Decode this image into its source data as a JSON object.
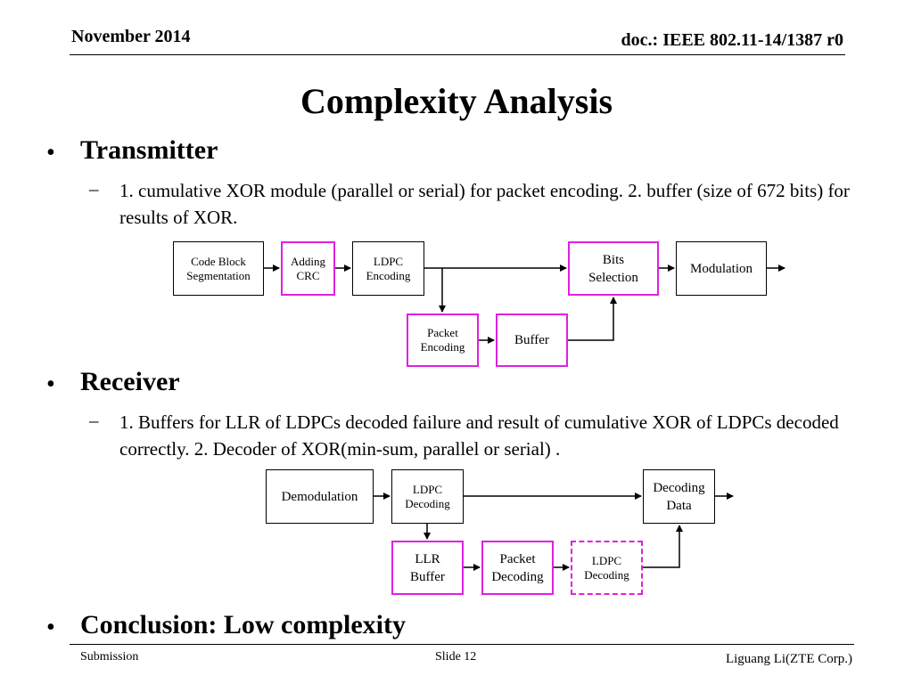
{
  "header": {
    "date": "November 2014",
    "doc": "doc.: IEEE 802.11-14/1387 r0"
  },
  "title": "Complexity Analysis",
  "transmitter": {
    "heading": "Transmitter",
    "text": "1. cumulative XOR module (parallel or serial) for packet encoding. 2. buffer (size of 672 bits) for results of XOR.",
    "blocks": {
      "code_block": "Code Block\nSegmentation",
      "adding_crc": "Adding\nCRC",
      "ldpc_encoding": "LDPC\nEncoding",
      "bits_selection": "Bits\nSelection",
      "modulation": "Modulation",
      "packet_encoding": "Packet\nEncoding",
      "buffer": "Buffer"
    }
  },
  "receiver": {
    "heading": "Receiver",
    "text": "1. Buffers for LLR of LDPCs decoded failure and result of cumulative XOR of LDPCs decoded correctly. 2. Decoder of XOR(min-sum, parallel or serial) .",
    "blocks": {
      "demodulation": "Demodulation",
      "ldpc_decoding": "LDPC\nDecoding",
      "decoding_data": "Decoding\nData",
      "llr_buffer": "LLR\nBuffer",
      "packet_decoding": "Packet\nDecoding",
      "ldpc_decoding_2": "LDPC\nDecoding"
    }
  },
  "conclusion": "Conclusion: Low complexity",
  "footer": {
    "submission": "Submission",
    "slide": "Slide 12",
    "author": "Liguang Li(ZTE Corp.)"
  },
  "colors": {
    "highlight_border": "#e020e0"
  }
}
